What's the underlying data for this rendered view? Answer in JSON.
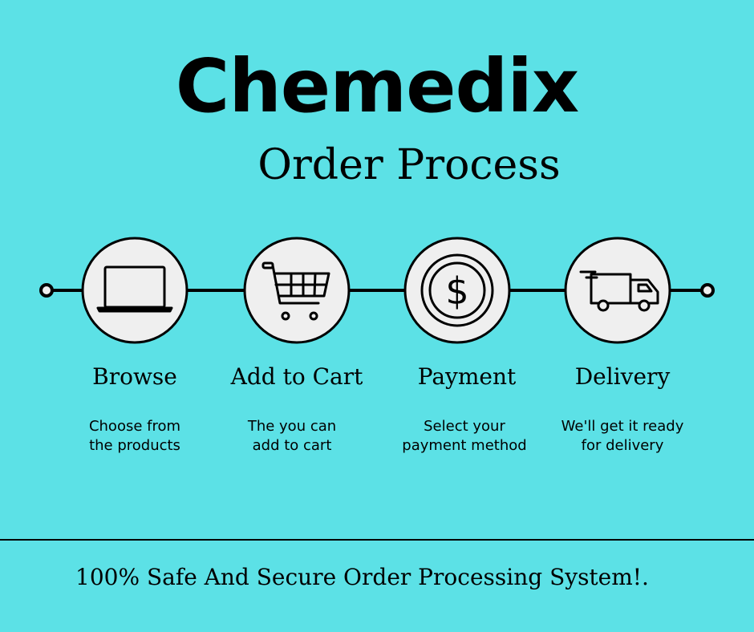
{
  "header": {
    "title": "Chemedix",
    "subtitle": "Order Process"
  },
  "steps": [
    {
      "title": "Browse",
      "description": "Choose from\nthe products",
      "icon": "laptop-icon"
    },
    {
      "title": "Add to Cart",
      "description": "The you can\nadd to cart",
      "icon": "shopping-cart-icon"
    },
    {
      "title": "Payment",
      "description": "Select your\npayment method",
      "icon": "dollar-coin-icon"
    },
    {
      "title": "Delivery",
      "description": "We'll get it ready\nfor delivery",
      "icon": "delivery-truck-icon"
    }
  ],
  "footer": {
    "text": "100% Safe And Secure Order Processing System!."
  },
  "colors": {
    "background": "#5CE1E6",
    "circle_fill": "#EFEFEF",
    "line": "#000000"
  }
}
